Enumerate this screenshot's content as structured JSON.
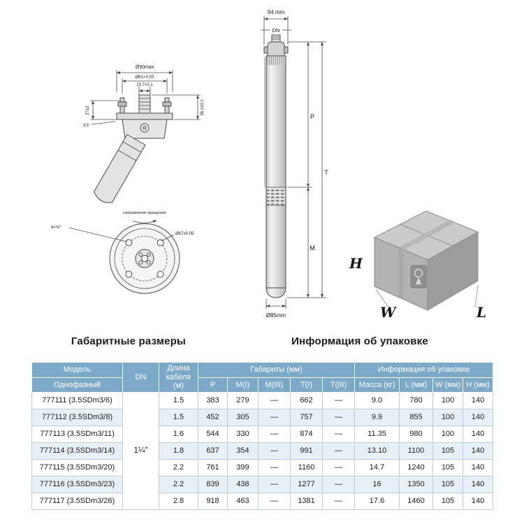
{
  "captions": {
    "dimensions": "Габаритные размеры",
    "packaging": "Информация об упаковке"
  },
  "drawing": {
    "front": {
      "dia90": "Ø90max",
      "dia81": "Ø81+0.05",
      "d157": "15.7+0.1",
      "h361": "36.1±0.1",
      "h27": "27±2",
      "h35": "3.5",
      "rotation_label": "направление вращения",
      "bolts": "4×⅜\"",
      "dia67": "Ø67±0.05"
    },
    "side": {
      "top_width": "94 mm",
      "dn": "DN",
      "p": "P",
      "t": "T",
      "m": "M",
      "bottom_dia": "Ø85mm"
    },
    "box": {
      "h": "H",
      "w": "W",
      "l": "L"
    }
  },
  "table": {
    "header": {
      "model": "Модель",
      "model_phase": "Однофазный",
      "dn": "DN",
      "cable": "Длина кабеля (м)",
      "dims": "Габариты (мм)",
      "p": "P",
      "m1": "M(I)",
      "m3": "M(III)",
      "t1": "T(I)",
      "t3": "T(III)",
      "pack": "Информация об упаковке",
      "mass": "Масса (кг)",
      "l": "L (мм)",
      "w": "W (мм)",
      "h": "H (мм)"
    },
    "dn_value": "1¼\"",
    "rows": [
      {
        "model": "777111 (3.5SDm3/6)",
        "cable": "1.5",
        "p": "383",
        "m1": "279",
        "m3": "—",
        "t1": "662",
        "t3": "—",
        "mass": "9.0",
        "l": "780",
        "w": "100",
        "h": "140"
      },
      {
        "model": "777112 (3.5SDm3/8)",
        "cable": "1.5",
        "p": "452",
        "m1": "305",
        "m3": "—",
        "t1": "757",
        "t3": "—",
        "mass": "9.9",
        "l": "855",
        "w": "100",
        "h": "140"
      },
      {
        "model": "777113 (3.5SDm3/11)",
        "cable": "1.6",
        "p": "544",
        "m1": "330",
        "m3": "—",
        "t1": "874",
        "t3": "—",
        "mass": "11.35",
        "l": "980",
        "w": "100",
        "h": "140"
      },
      {
        "model": "777114 (3.5SDm3/14)",
        "cable": "1.8",
        "p": "637",
        "m1": "354",
        "m3": "—",
        "t1": "991",
        "t3": "—",
        "mass": "13.10",
        "l": "1100",
        "w": "105",
        "h": "140"
      },
      {
        "model": "777115 (3.5SDm3/20)",
        "cable": "2.2",
        "p": "761",
        "m1": "399",
        "m3": "—",
        "t1": "1160",
        "t3": "—",
        "mass": "14.7",
        "l": "1240",
        "w": "105",
        "h": "140"
      },
      {
        "model": "777116 (3.5SDm3/23)",
        "cable": "2.2",
        "p": "839",
        "m1": "438",
        "m3": "—",
        "t1": "1277",
        "t3": "—",
        "mass": "16",
        "l": "1350",
        "w": "105",
        "h": "140"
      },
      {
        "model": "777117 (3.5SDm3/26)",
        "cable": "2.8",
        "p": "918",
        "m1": "463",
        "m3": "—",
        "t1": "1381",
        "t3": "—",
        "mass": "17.6",
        "l": "1460",
        "w": "105",
        "h": "140"
      }
    ]
  }
}
